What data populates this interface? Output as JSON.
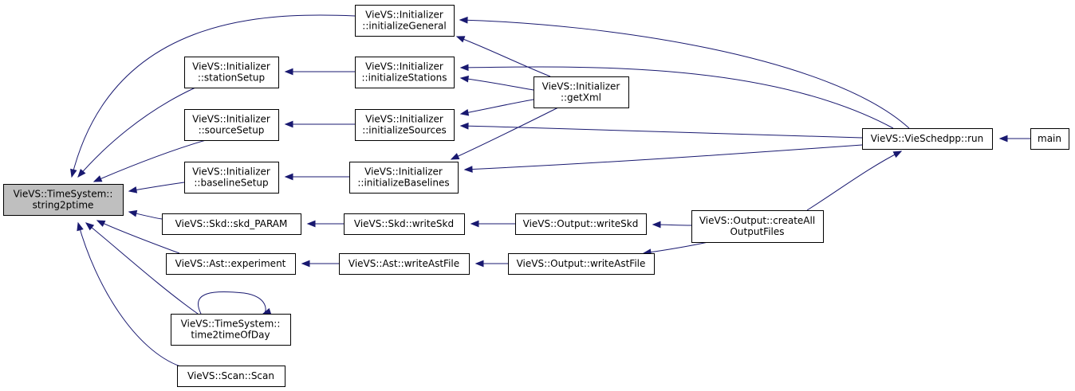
{
  "graph": {
    "nodes": [
      {
        "id": "string2ptime",
        "lines": [
          "VieVS::TimeSystem::",
          "string2ptime"
        ],
        "current": true
      },
      {
        "id": "initializeGeneral",
        "lines": [
          "VieVS::Initializer",
          "::initializeGeneral"
        ]
      },
      {
        "id": "stationSetup",
        "lines": [
          "VieVS::Initializer",
          "::stationSetup"
        ]
      },
      {
        "id": "initializeStations",
        "lines": [
          "VieVS::Initializer",
          "::initializeStations"
        ]
      },
      {
        "id": "getXml",
        "lines": [
          "VieVS::Initializer",
          "::getXml"
        ]
      },
      {
        "id": "sourceSetup",
        "lines": [
          "VieVS::Initializer",
          "::sourceSetup"
        ]
      },
      {
        "id": "initializeSources",
        "lines": [
          "VieVS::Initializer",
          "::initializeSources"
        ]
      },
      {
        "id": "run",
        "lines": [
          "VieVS::VieSchedpp::run"
        ]
      },
      {
        "id": "main",
        "lines": [
          "main"
        ]
      },
      {
        "id": "baselineSetup",
        "lines": [
          "VieVS::Initializer",
          "::baselineSetup"
        ]
      },
      {
        "id": "initializeBaselines",
        "lines": [
          "VieVS::Initializer",
          "::initializeBaselines"
        ]
      },
      {
        "id": "skd_PARAM",
        "lines": [
          "VieVS::Skd::skd_PARAM"
        ]
      },
      {
        "id": "skdWriteSkd",
        "lines": [
          "VieVS::Skd::writeSkd"
        ]
      },
      {
        "id": "outWriteSkd",
        "lines": [
          "VieVS::Output::writeSkd"
        ]
      },
      {
        "id": "createAll",
        "lines": [
          "VieVS::Output::createAll",
          "OutputFiles"
        ]
      },
      {
        "id": "experiment",
        "lines": [
          "VieVS::Ast::experiment"
        ]
      },
      {
        "id": "astWriteAstFile",
        "lines": [
          "VieVS::Ast::writeAstFile"
        ]
      },
      {
        "id": "outWriteAstFile",
        "lines": [
          "VieVS::Output::writeAstFile"
        ]
      },
      {
        "id": "time2timeOfDay",
        "lines": [
          "VieVS::TimeSystem::",
          "time2timeOfDay"
        ]
      },
      {
        "id": "scan",
        "lines": [
          "VieVS::Scan::Scan"
        ]
      }
    ],
    "edges": [
      {
        "caller": "initializeGeneral",
        "callee": "string2ptime"
      },
      {
        "caller": "stationSetup",
        "callee": "string2ptime"
      },
      {
        "caller": "sourceSetup",
        "callee": "string2ptime"
      },
      {
        "caller": "baselineSetup",
        "callee": "string2ptime"
      },
      {
        "caller": "skd_PARAM",
        "callee": "string2ptime"
      },
      {
        "caller": "experiment",
        "callee": "string2ptime"
      },
      {
        "caller": "time2timeOfDay",
        "callee": "string2ptime"
      },
      {
        "caller": "scan",
        "callee": "string2ptime"
      },
      {
        "caller": "time2timeOfDay",
        "callee": "time2timeOfDay"
      },
      {
        "caller": "run",
        "callee": "initializeGeneral"
      },
      {
        "caller": "getXml",
        "callee": "initializeGeneral"
      },
      {
        "caller": "initializeStations",
        "callee": "stationSetup"
      },
      {
        "caller": "run",
        "callee": "initializeStations"
      },
      {
        "caller": "getXml",
        "callee": "initializeStations"
      },
      {
        "caller": "initializeSources",
        "callee": "sourceSetup"
      },
      {
        "caller": "getXml",
        "callee": "initializeSources"
      },
      {
        "caller": "run",
        "callee": "initializeSources"
      },
      {
        "caller": "initializeBaselines",
        "callee": "baselineSetup"
      },
      {
        "caller": "getXml",
        "callee": "initializeBaselines"
      },
      {
        "caller": "run",
        "callee": "initializeBaselines"
      },
      {
        "caller": "main",
        "callee": "run"
      },
      {
        "caller": "createAll",
        "callee": "run"
      },
      {
        "caller": "skdWriteSkd",
        "callee": "skd_PARAM"
      },
      {
        "caller": "outWriteSkd",
        "callee": "skdWriteSkd"
      },
      {
        "caller": "createAll",
        "callee": "outWriteSkd"
      },
      {
        "caller": "astWriteAstFile",
        "callee": "experiment"
      },
      {
        "caller": "outWriteAstFile",
        "callee": "astWriteAstFile"
      },
      {
        "caller": "createAll",
        "callee": "outWriteAstFile"
      }
    ]
  },
  "colors": {
    "edge": "#191970",
    "node_border": "#000000",
    "node_fill": "#ffffff",
    "current_node_fill": "#bfbfbf"
  }
}
